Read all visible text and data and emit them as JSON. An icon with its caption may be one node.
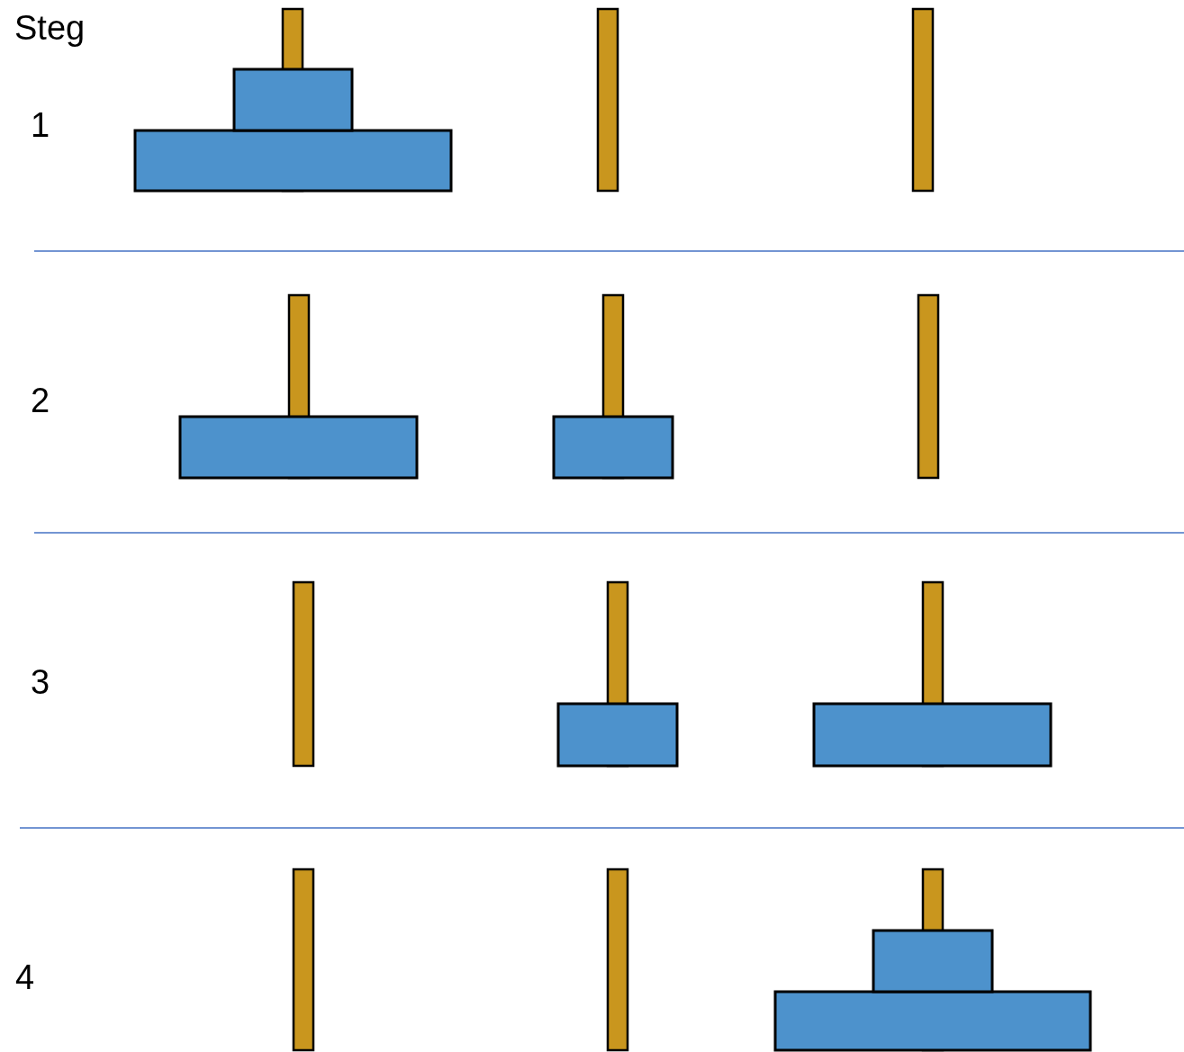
{
  "diagram": {
    "labels": [
      "Steg",
      "1",
      "2",
      "3",
      "4"
    ]
  }
}
